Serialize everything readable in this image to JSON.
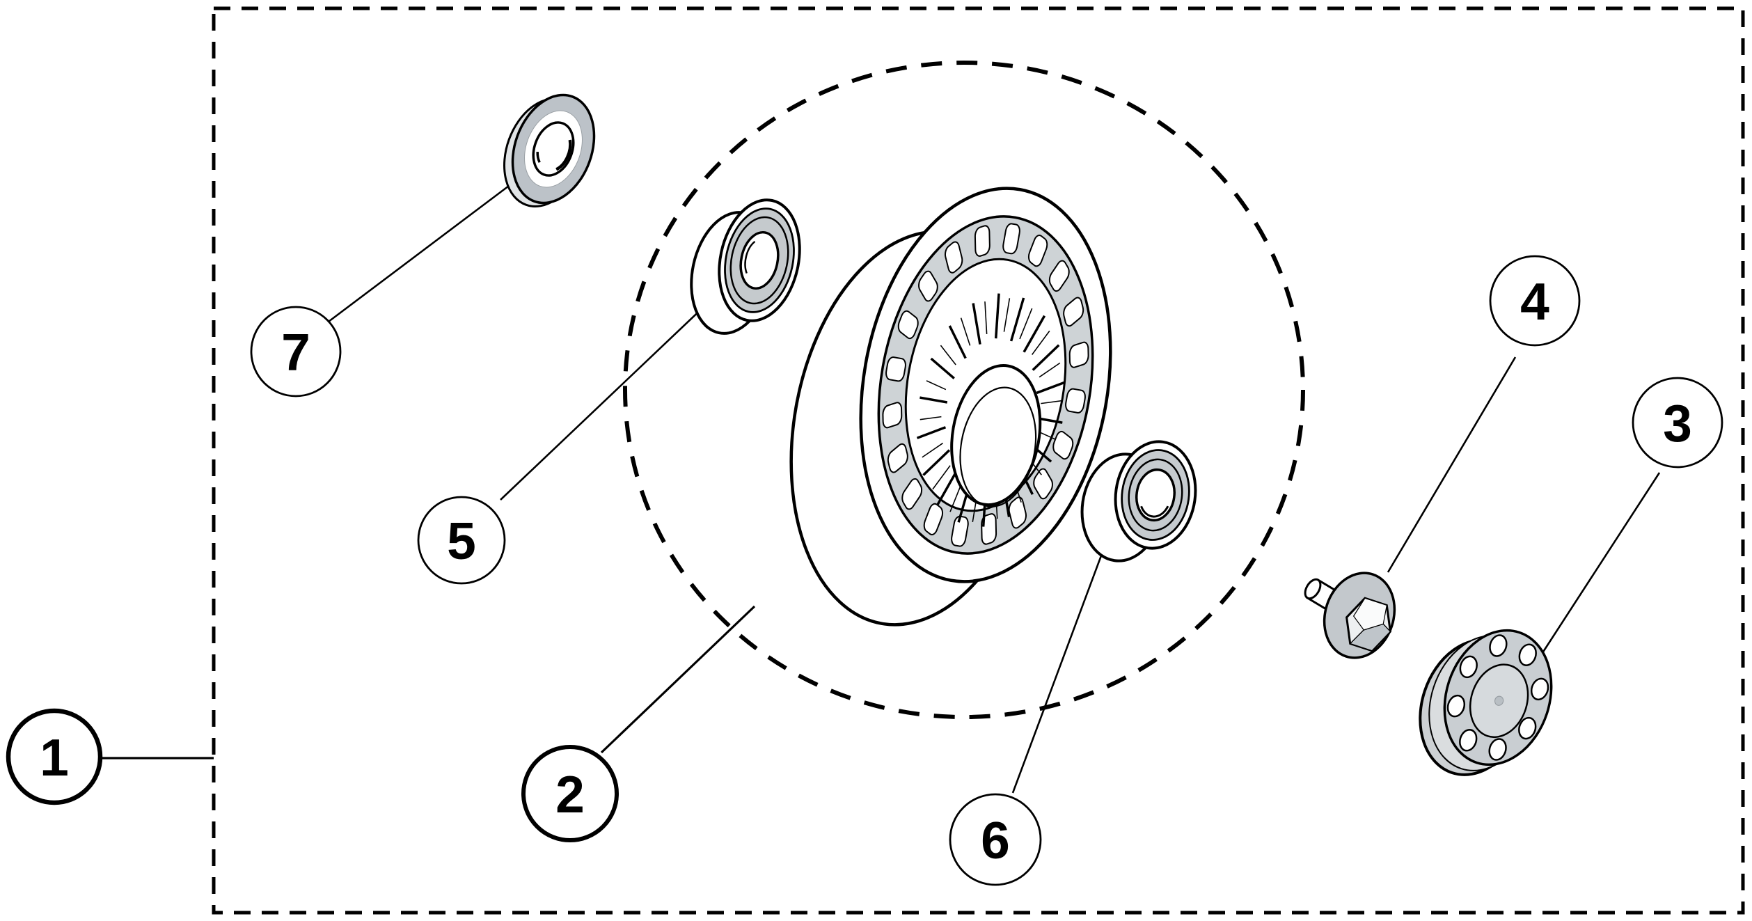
{
  "diagram": {
    "background_color": "#ffffff",
    "line_color": "#000000",
    "metal_colors": {
      "light": "#e1e4e6",
      "mid": "#c6cbcf",
      "band": "#ced3d6",
      "seal": "#c5cacd",
      "dark": "#b7bdc3"
    },
    "callouts": [
      {
        "number": "1"
      },
      {
        "number": "2"
      },
      {
        "number": "3"
      },
      {
        "number": "4"
      },
      {
        "number": "5"
      },
      {
        "number": "6"
      },
      {
        "number": "7"
      }
    ]
  }
}
